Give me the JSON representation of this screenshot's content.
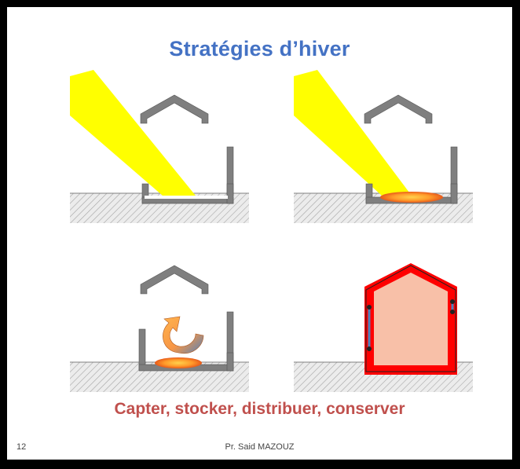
{
  "slide": {
    "title": "Stratégies d’hiver",
    "caption": "Capter, stocker, distribuer, conserver",
    "footer": "Pr. Said MAZOUZ",
    "page_number": "12"
  },
  "colors": {
    "frame": "#000000",
    "title": "#4472c4",
    "caption": "#c0504d",
    "sunlight": "#ffff00",
    "wall": "#7f7f7f",
    "ground": "#d9d9d9",
    "hatch": "#a6a6a6",
    "heat": "#f79646",
    "insulation": "#ff0000",
    "interior": "#f8c0a8"
  },
  "panels": [
    {
      "name": "capter",
      "icon": "sun-beam-icon"
    },
    {
      "name": "stocker",
      "icon": "heat-storage-icon"
    },
    {
      "name": "distribuer",
      "icon": "circulation-arrow-icon"
    },
    {
      "name": "conserver",
      "icon": "insulated-house-icon"
    }
  ]
}
